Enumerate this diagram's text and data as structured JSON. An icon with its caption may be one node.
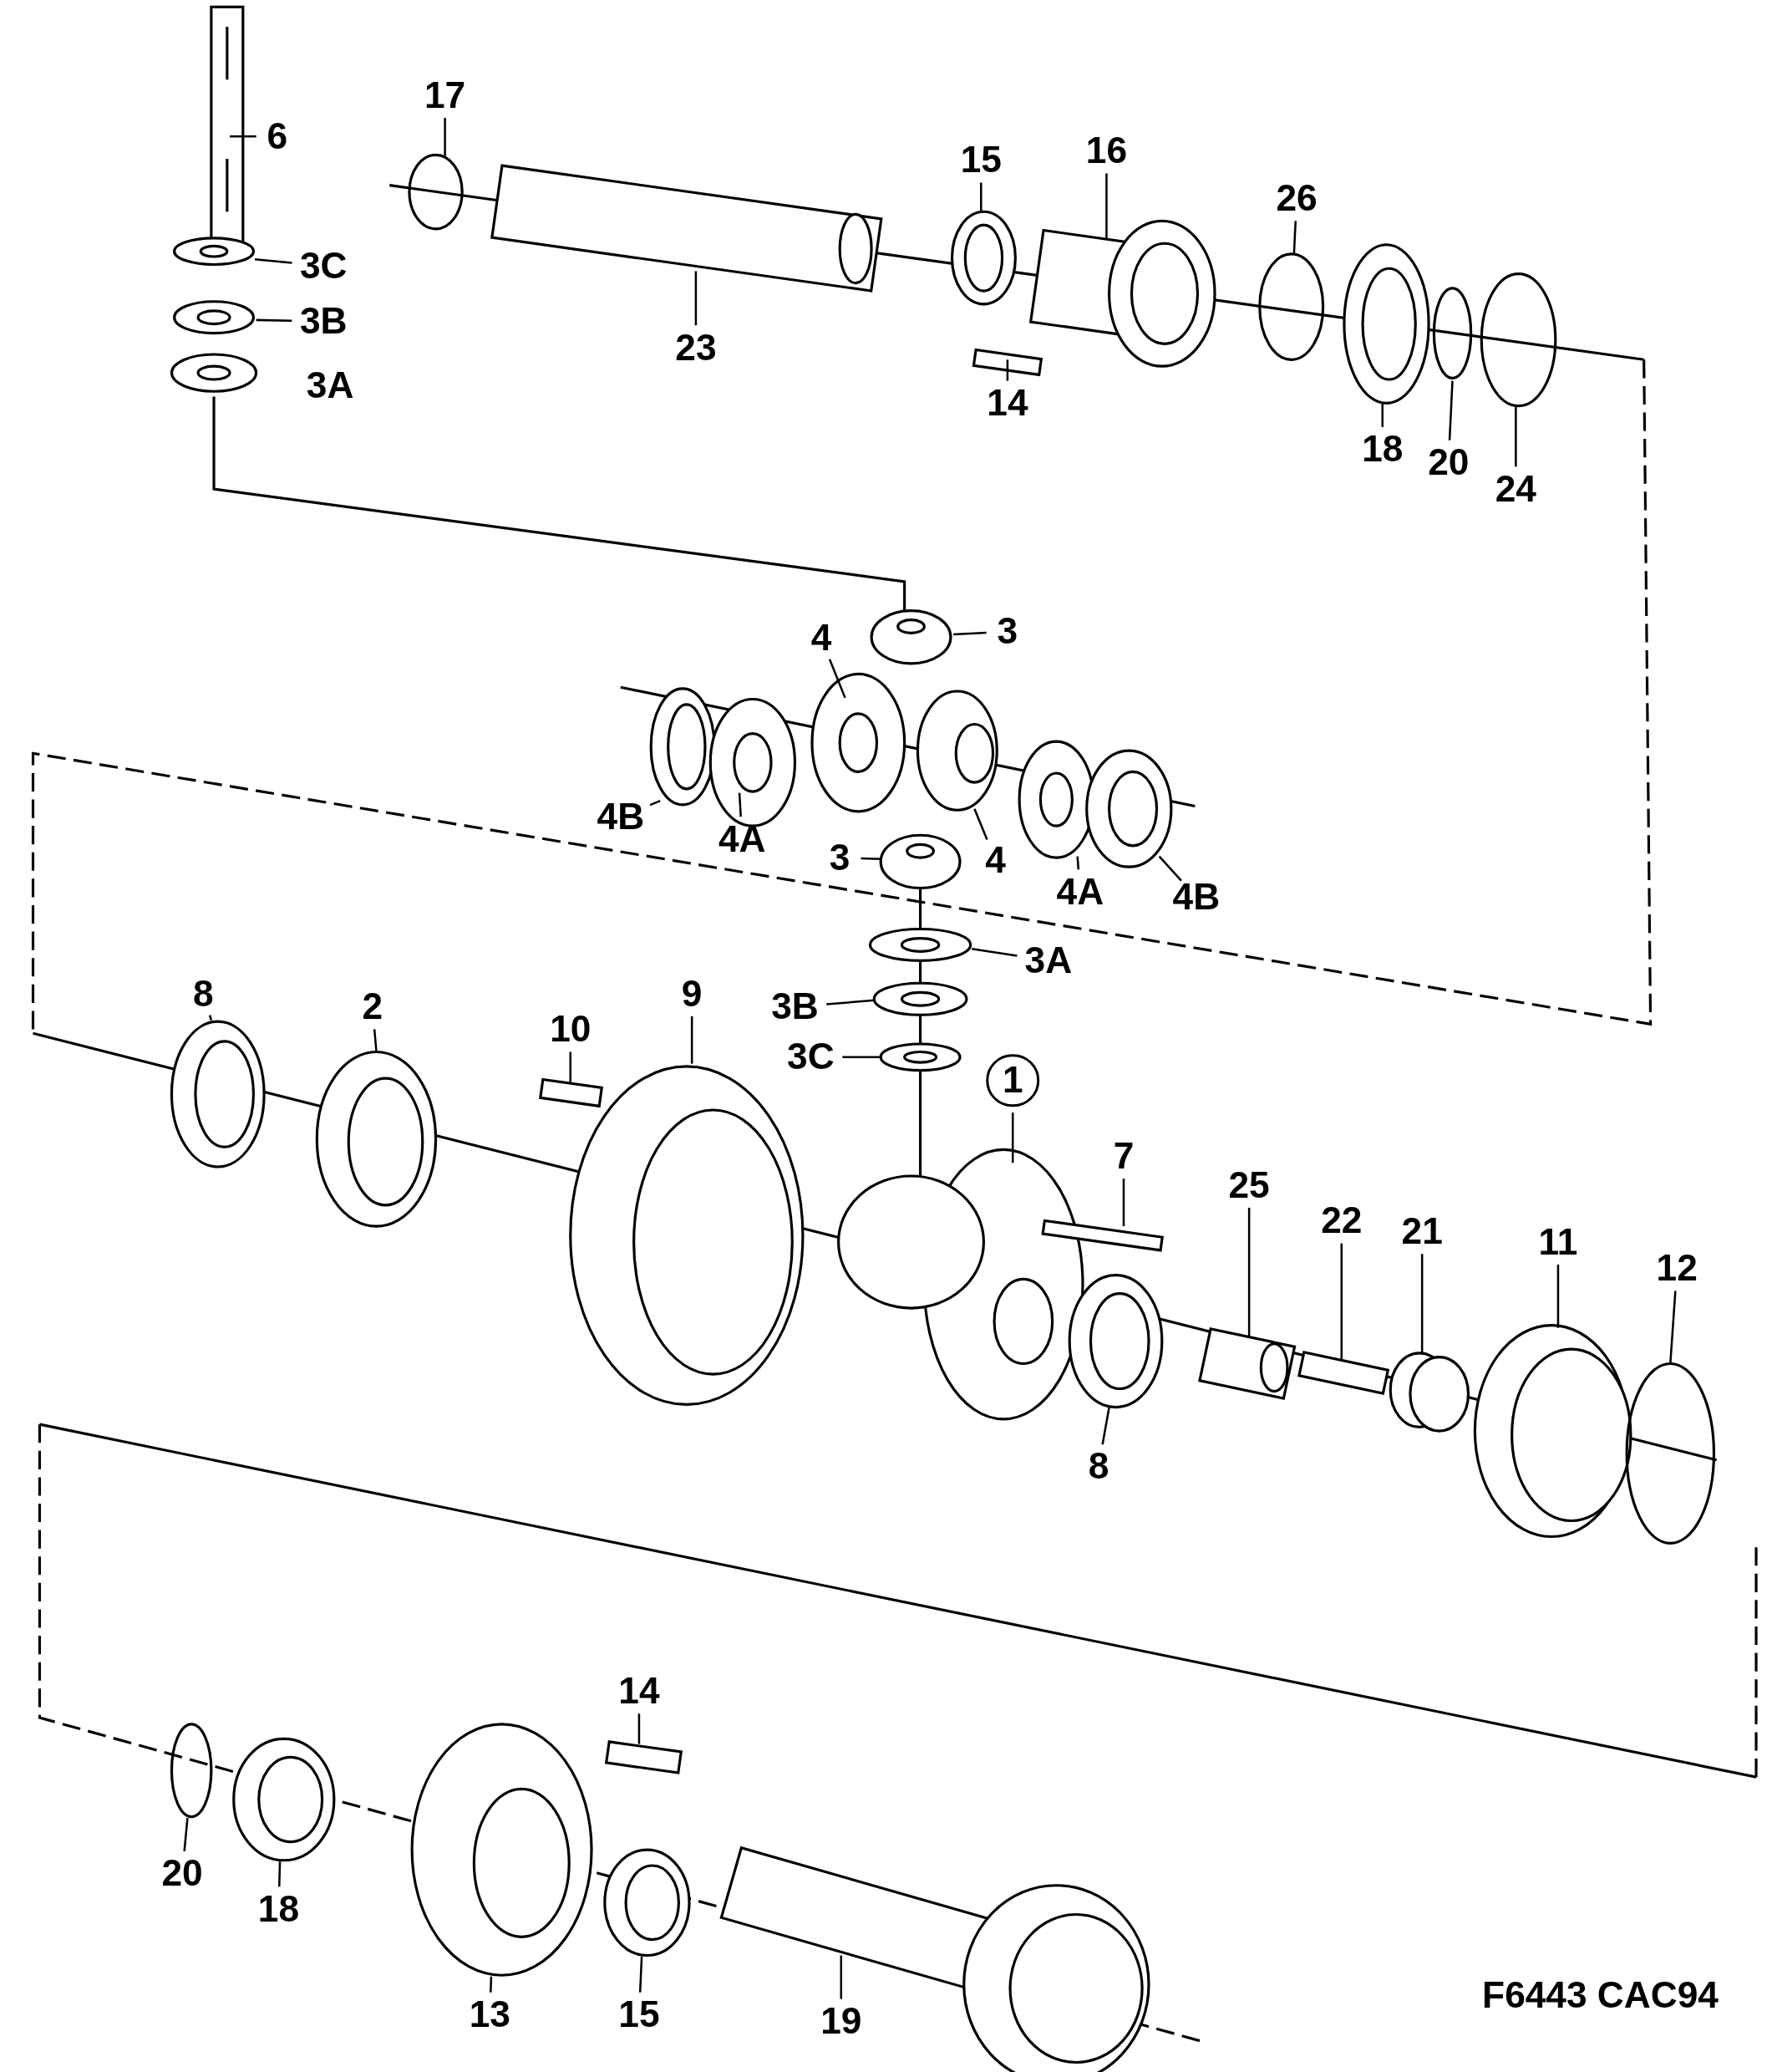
{
  "diagram": {
    "nodes": [
      {
        "text": [
          "6"
        ]
      },
      {
        "text": [
          "3C"
        ]
      },
      {
        "text": [
          "3B"
        ]
      },
      {
        "text": [
          "17"
        ]
      },
      {
        "text": [
          "23"
        ]
      },
      {
        "text": [
          "15"
        ]
      },
      {
        "text": [
          "16"
        ]
      },
      {
        "text": [
          "26"
        ]
      },
      {
        "text": [
          "14"
        ]
      },
      {
        "text": [
          "18"
        ]
      },
      {
        "text": [
          "20"
        ]
      },
      {
        "text": [
          "24"
        ]
      },
      {
        "text": [
          "3"
        ]
      },
      {
        "text": [
          "4"
        ]
      },
      {
        "text": [
          "4B"
        ]
      },
      {
        "text": [
          "4A"
        ]
      },
      {
        "text": [
          "4"
        ]
      },
      {
        "text": [
          "3"
        ]
      },
      {
        "text": [
          "4A"
        ]
      },
      {
        "text": [
          "4B"
        ]
      },
      {
        "text": [
          "3A"
        ]
      },
      {
        "text": [
          "3B"
        ]
      },
      {
        "text": [
          "3C"
        ]
      },
      {
        "text": [
          "8"
        ]
      },
      {
        "text": [
          "2"
        ]
      },
      {
        "text": [
          "10"
        ]
      },
      {
        "text": [
          "9"
        ]
      },
      {
        "text": [
          "1"
        ]
      },
      {
        "text": [
          "7"
        ]
      },
      {
        "text": [
          "25"
        ]
      },
      {
        "text": [
          "22"
        ]
      },
      {
        "text": [
          "21"
        ]
      },
      {
        "text": [
          "11"
        ]
      },
      {
        "text": [
          "12"
        ]
      },
      {
        "text": [
          "8"
        ]
      },
      {
        "text": [
          "14"
        ]
      },
      {
        "text": [
          "20"
        ]
      },
      {
        "text": [
          "18"
        ]
      },
      {
        "text": [
          "13"
        ]
      },
      {
        "text": [
          "15"
        ]
      },
      {
        "text": [
          "19"
        ]
      }
    ],
    "edges": [
      {
        "from": 0,
        "to": null,
        "arrow": "none"
      },
      {
        "from": 1,
        "to": null,
        "arrow": "none"
      },
      {
        "from": 2,
        "to": null,
        "arrow": "none"
      },
      {
        "from": 3,
        "to": null,
        "arrow": "none"
      },
      {
        "from": 4,
        "to": null,
        "arrow": "none"
      },
      {
        "from": 5,
        "to": null,
        "arrow": "none"
      },
      {
        "from": 6,
        "to": null,
        "arrow": "none"
      },
      {
        "from": 7,
        "to": null,
        "arrow": "none"
      },
      {
        "from": 8,
        "to": null,
        "arrow": "none"
      },
      {
        "from": 9,
        "to": null,
        "arrow": "none"
      },
      {
        "from": 10,
        "to": null,
        "arrow": "none"
      },
      {
        "from": 11,
        "to": null,
        "arrow": "none"
      },
      {
        "from": 12,
        "to": null,
        "arrow": "none"
      },
      {
        "from": 13,
        "to": null,
        "arrow": "none"
      },
      {
        "from": 14,
        "to": null,
        "arrow": "none"
      },
      {
        "from": 15,
        "to": null,
        "arrow": "none"
      },
      {
        "from": 16,
        "to": null,
        "arrow": "none"
      },
      {
        "from": 17,
        "to": null,
        "arrow": "none"
      },
      {
        "from": 18,
        "to": null,
        "arrow": "none"
      },
      {
        "from": 19,
        "to": null,
        "arrow": "none"
      },
      {
        "from": 20,
        "to": null,
        "arrow": "none"
      },
      {
        "from": 21,
        "to": null,
        "arrow": "none"
      },
      {
        "from": 22,
        "to": null,
        "arrow": "none"
      },
      {
        "from": 23,
        "to": null,
        "arrow": "none"
      },
      {
        "from": 24,
        "to": null,
        "arrow": "none"
      },
      {
        "from": 25,
        "to": null,
        "arrow": "none"
      },
      {
        "from": 26,
        "to": null,
        "arrow": "none"
      },
      {
        "from": 27,
        "to": null,
        "arrow": "none"
      },
      {
        "from": 28,
        "to": null,
        "arrow": "none"
      },
      {
        "from": 29,
        "to": null,
        "arrow": "none"
      },
      {
        "from": 30,
        "to": null,
        "arrow": "none"
      },
      {
        "from": 31,
        "to": null,
        "arrow": "none"
      },
      {
        "from": 32,
        "to": null,
        "arrow": "none"
      },
      {
        "from": 33,
        "to": null,
        "arrow": "none"
      },
      {
        "from": 34,
        "to": null,
        "arrow": "none"
      },
      {
        "from": 35,
        "to": null,
        "arrow": "none"
      },
      {
        "from": 36,
        "to": null,
        "arrow": "none"
      },
      {
        "from": 37,
        "to": null,
        "arrow": "none"
      },
      {
        "from": 38,
        "to": null,
        "arrow": "none"
      },
      {
        "from": 39,
        "to": null,
        "arrow": "none"
      },
      {
        "from": 40,
        "to": null,
        "arrow": "none"
      }
    ],
    "labels": [
      "3A",
      "F6443 CAC94"
    ]
  }
}
